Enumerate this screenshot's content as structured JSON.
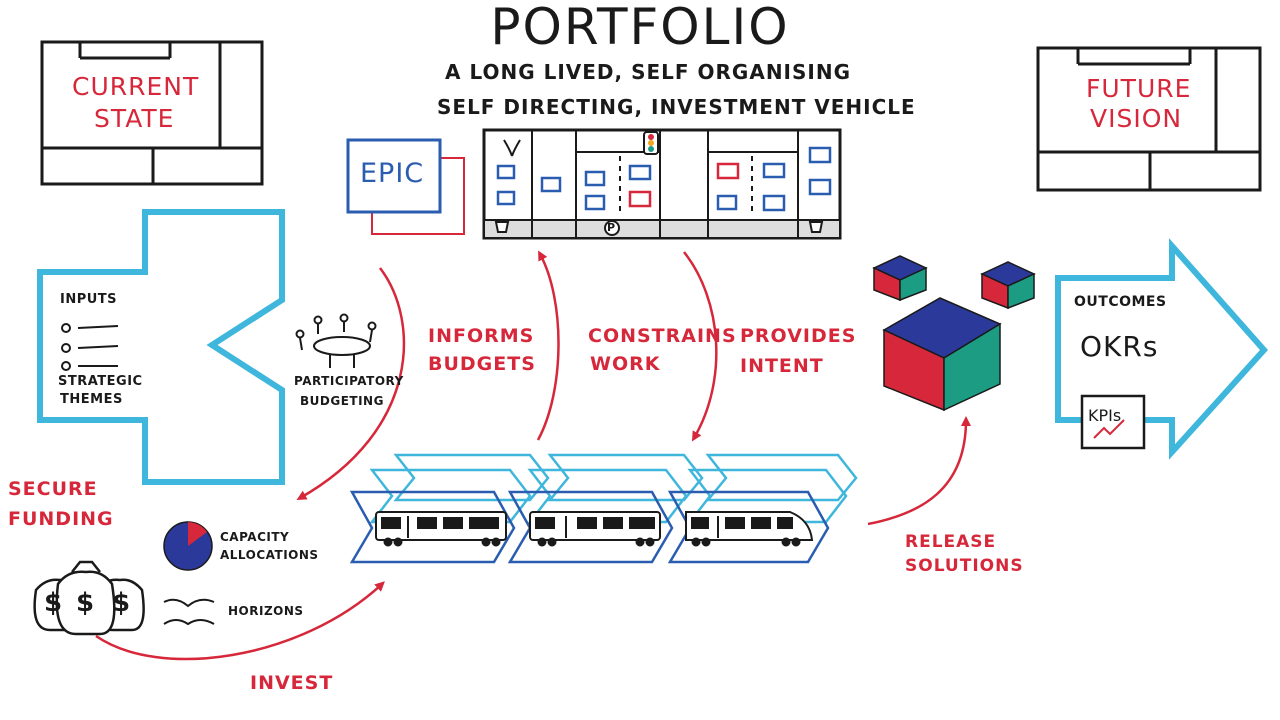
{
  "header": {
    "title": "PORTFOLIO",
    "subtitle_line1": "A LONG LIVED, SELF ORGANISING",
    "subtitle_line2": "SELF DIRECTING, INVESTMENT VEHICLE"
  },
  "current_state": {
    "line1": "CURRENT",
    "line2": "STATE"
  },
  "future_vision": {
    "line1": "FUTURE",
    "line2": "VISION"
  },
  "epic": {
    "label": "EPIC"
  },
  "kanban": {
    "column_label": "P"
  },
  "inputs": {
    "title": "INPUTS",
    "footer_line1": "STRATEGIC",
    "footer_line2": "THEMES"
  },
  "participatory": {
    "line1": "PARTICIPATORY",
    "line2": "BUDGETING"
  },
  "flows": {
    "informs_line1": "INFORMS",
    "informs_line2": "BUDGETS",
    "constrains_line1": "CONSTRAINS",
    "constrains_line2": "WORK",
    "provides_line1": "PROVIDES",
    "provides_line2": "INTENT",
    "release_line1": "RELEASE",
    "release_line2": "SOLUTIONS",
    "invest": "INVEST"
  },
  "funding": {
    "line1": "SECURE",
    "line2": "FUNDING",
    "money_symbol": "$"
  },
  "capacity": {
    "line1": "CAPACITY",
    "line2": "ALLOCATIONS"
  },
  "horizons": {
    "label": "HORIZONS"
  },
  "outcomes": {
    "title": "OUTCOMES",
    "okrs": "OKRs",
    "kpis": "KPIs"
  },
  "colors": {
    "ink": "#1a1a1a",
    "red": "#d6283a",
    "blue": "#2a5db0",
    "cyan": "#3fb6dc",
    "teal": "#1c9c82",
    "navy": "#2b3a9a"
  }
}
